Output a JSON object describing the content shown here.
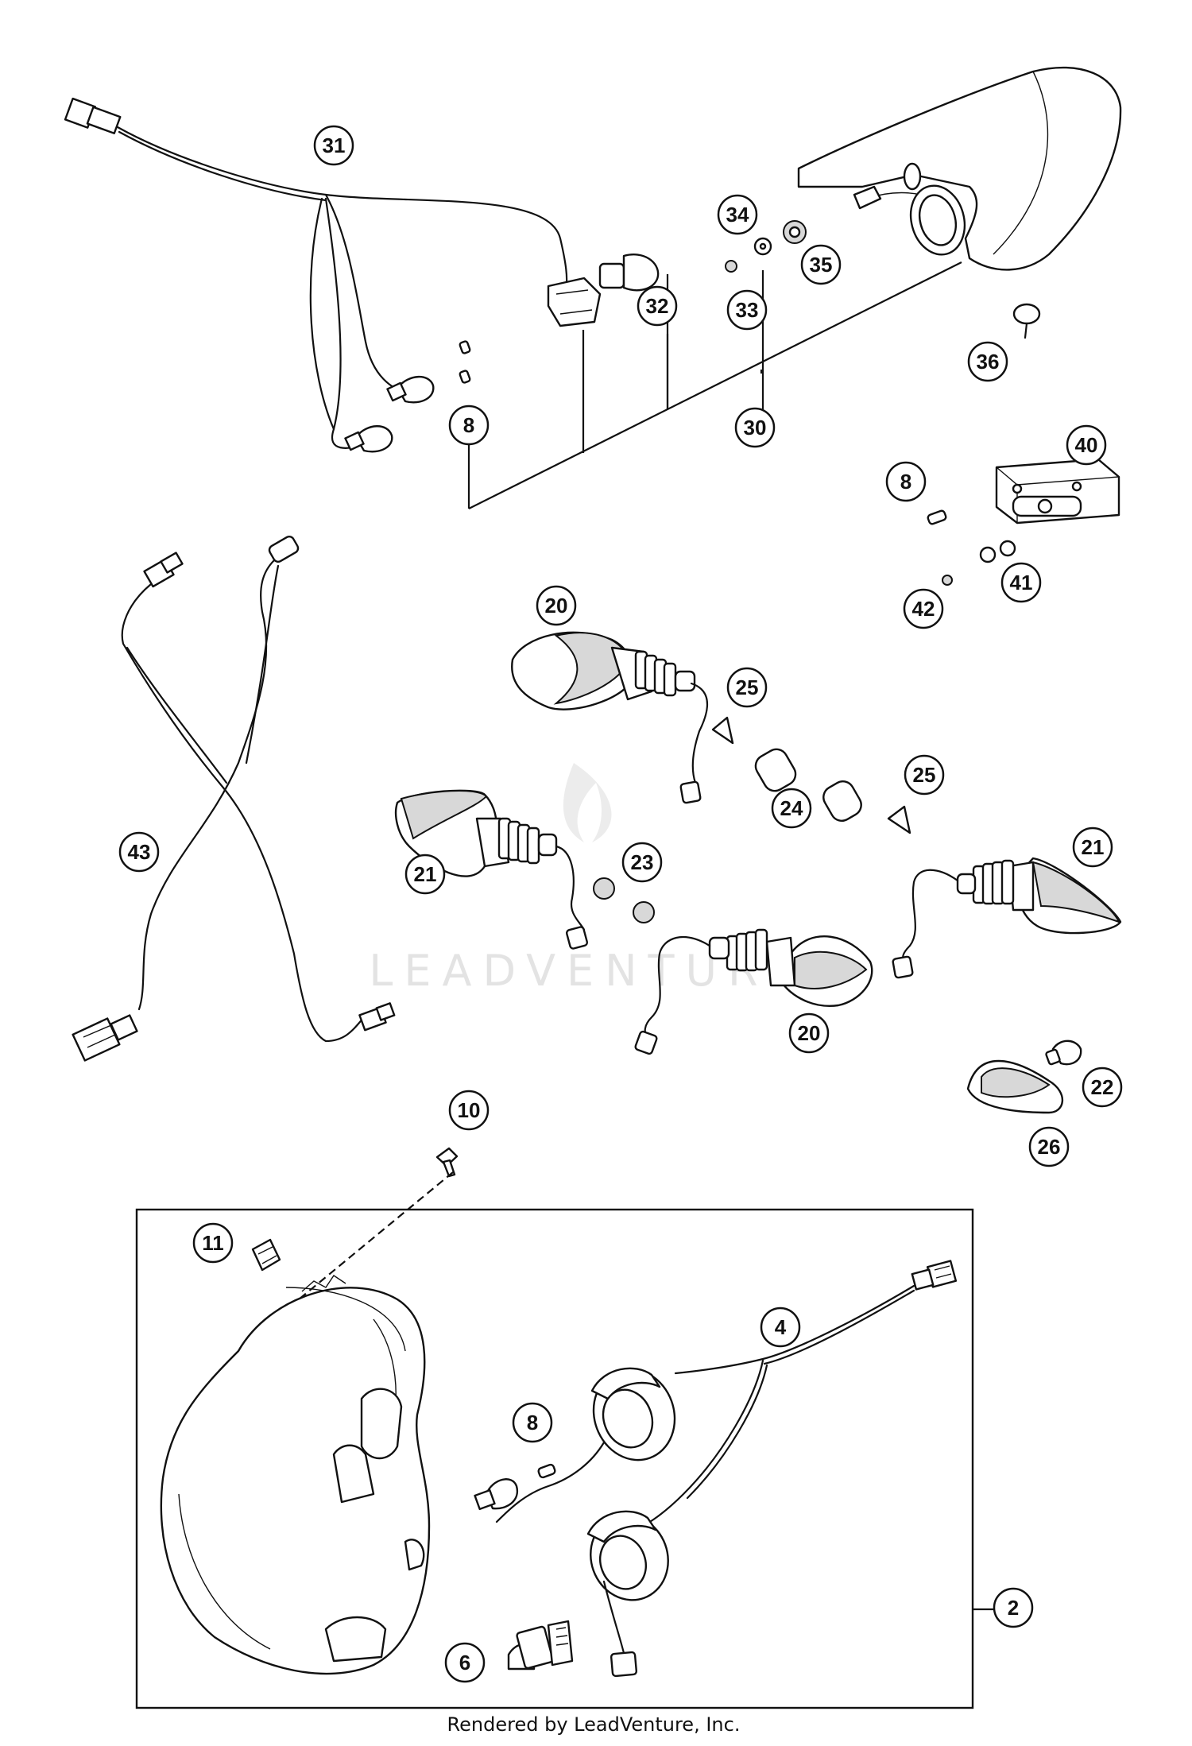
{
  "diagram": {
    "footer": "Rendered by LeadVenture, Inc.",
    "watermark": "LEADVENTURE",
    "callouts": {
      "c31": "31",
      "c34": "34",
      "c35": "35",
      "c33": "33",
      "c32": "32",
      "c30": "30",
      "c8a": "8",
      "c36": "36",
      "c40": "40",
      "c8b": "8",
      "c41": "41",
      "c42": "42",
      "c20a": "20",
      "c25a": "25",
      "c25b": "25",
      "c24": "24",
      "c21a": "21",
      "c23": "23",
      "c21b": "21",
      "c43": "43",
      "c20b": "20",
      "c22": "22",
      "c26": "26",
      "c10": "10",
      "c11": "11",
      "c4": "4",
      "c8c": "8",
      "c2": "2",
      "c6": "6"
    }
  }
}
